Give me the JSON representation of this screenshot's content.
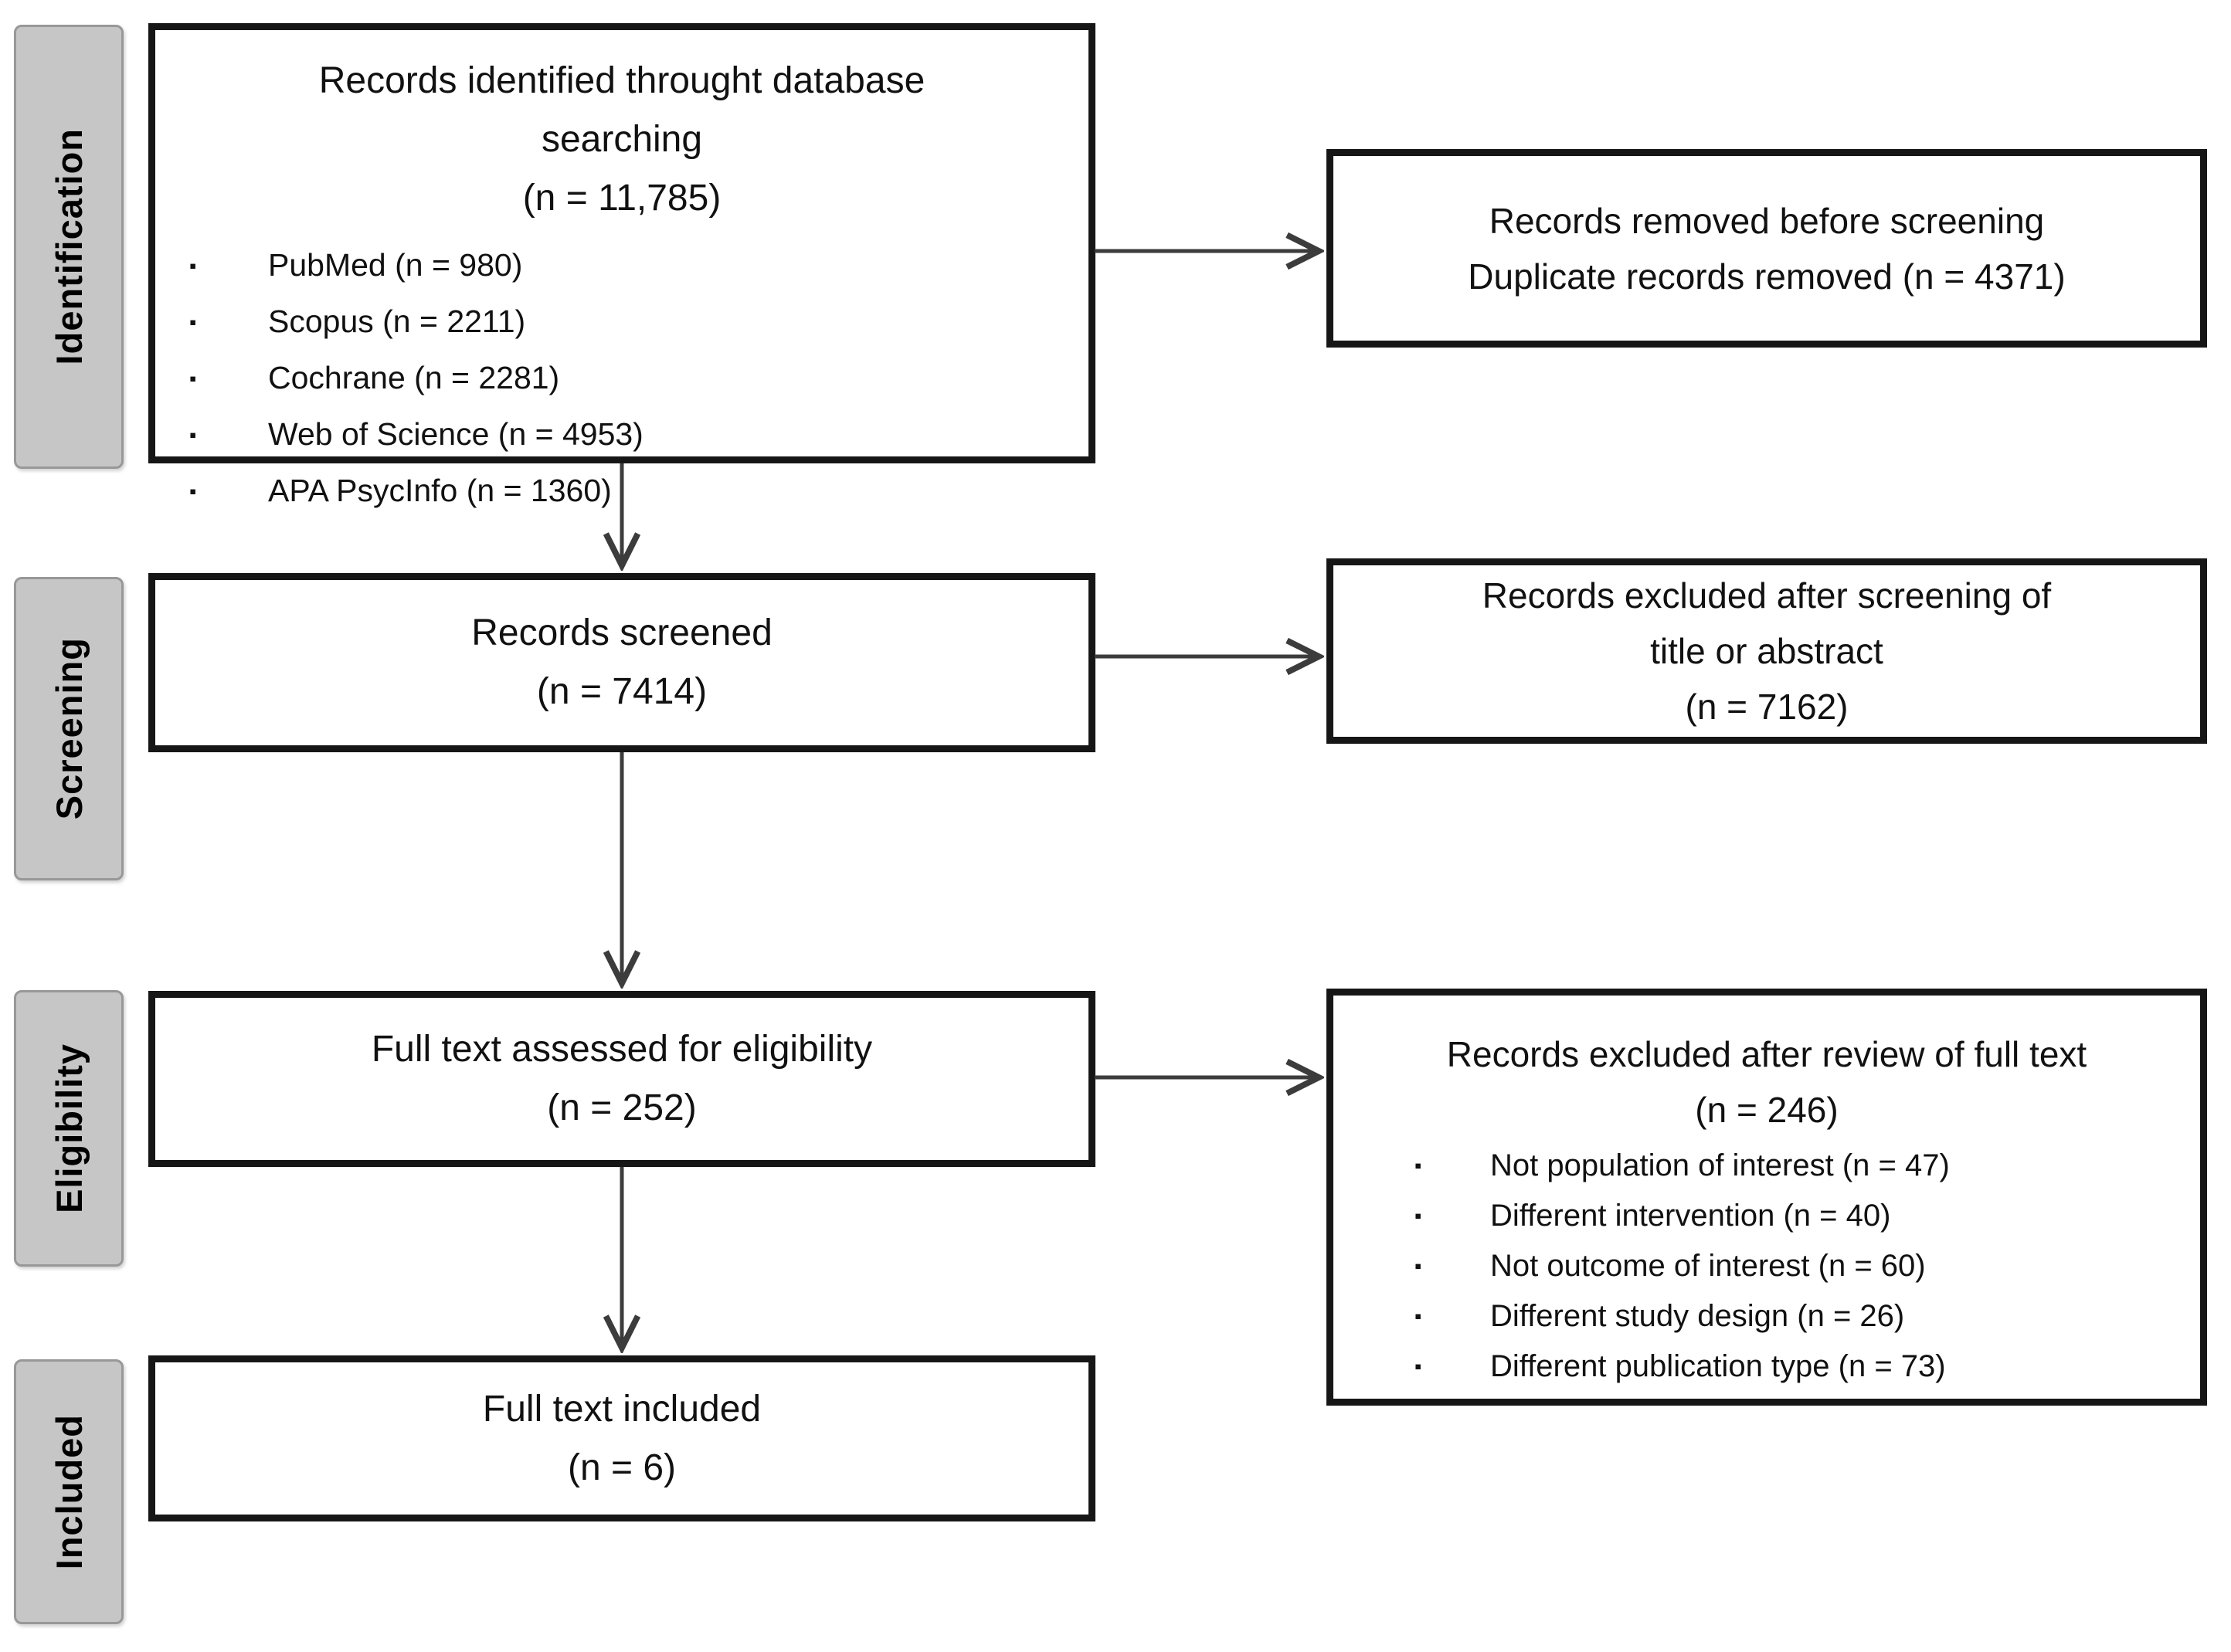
{
  "diagram": {
    "bullet_char": "▪",
    "colors": {
      "background": "#ffffff",
      "box_border": "#161616",
      "stage_fill": "#c6c6c6",
      "stage_border": "#989898",
      "arrow": "#3c3c3c",
      "text": "#111111"
    },
    "stages": [
      {
        "label": "Identification"
      },
      {
        "label": "Screening"
      },
      {
        "label": "Eligibility"
      },
      {
        "label": "Included"
      }
    ],
    "boxes": {
      "identified": {
        "title_line1": "Records identified throught database",
        "title_line2": "searching",
        "count": "(n = 11,785)",
        "items": [
          "PubMed (n = 980)",
          "Scopus (n = 2211)",
          "Cochrane (n = 2281)",
          "Web of Science (n = 4953)",
          "APA PsycInfo (n = 1360)"
        ]
      },
      "removed": {
        "line1": "Records removed before screening",
        "line2": "Duplicate records removed (n = 4371)"
      },
      "screened": {
        "line1": "Records screened",
        "count": "(n = 7414)"
      },
      "excluded_screening": {
        "line1": "Records excluded after screening of",
        "line2": "title or abstract",
        "count": "(n = 7162)"
      },
      "fulltext": {
        "line1": "Full text assessed for eligibility",
        "count": "(n = 252)"
      },
      "excluded_fulltext": {
        "title": "Records excluded after review of full text",
        "count": "(n = 246)",
        "items": [
          "Not population of interest (n = 47)",
          "Different intervention (n = 40)",
          "Not outcome of interest (n = 60)",
          "Different study design (n = 26)",
          "Different publication type (n = 73)"
        ]
      },
      "included": {
        "line1": "Full text included",
        "count": "(n = 6)"
      }
    }
  }
}
